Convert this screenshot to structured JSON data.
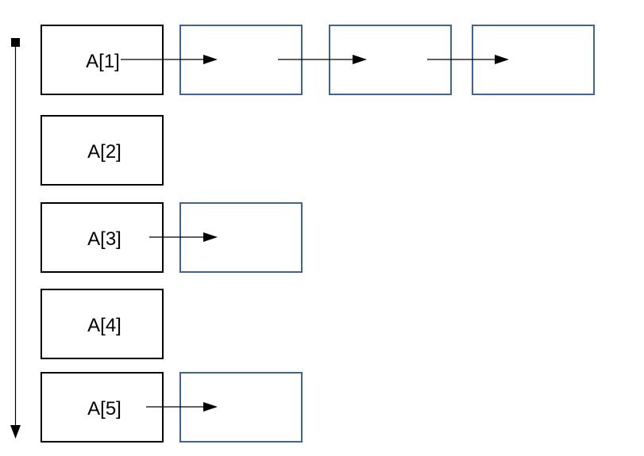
{
  "diagram": {
    "slots": [
      {
        "label": "A[1]",
        "chain_length": 3
      },
      {
        "label": "A[2]",
        "chain_length": 0
      },
      {
        "label": "A[3]",
        "chain_length": 1
      },
      {
        "label": "A[4]",
        "chain_length": 0
      },
      {
        "label": "A[5]",
        "chain_length": 1
      }
    ],
    "colors": {
      "slot_border": "#000000",
      "node_border": "#3c6496",
      "arrow": "#000000"
    }
  }
}
